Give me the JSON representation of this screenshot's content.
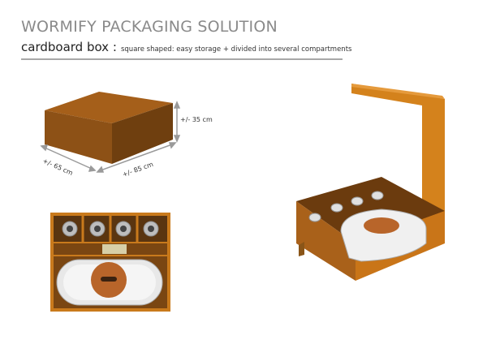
{
  "header": {
    "title": "WORMIFY PACKAGING SOLUTION",
    "subtitle_main": "cardboard box :",
    "subtitle_desc": "square shaped: easy storage + divided into several compartments"
  },
  "dimensions": {
    "height": "+/- 35 cm",
    "depth": "+/- 65 cm",
    "width": "+/- 85 cm"
  },
  "colors": {
    "cardboard_top": "#b0661c",
    "cardboard_front": "#8f5215",
    "cardboard_side": "#7a4510",
    "open_box": "#d4821c",
    "arrow": "#9a9a9a"
  }
}
